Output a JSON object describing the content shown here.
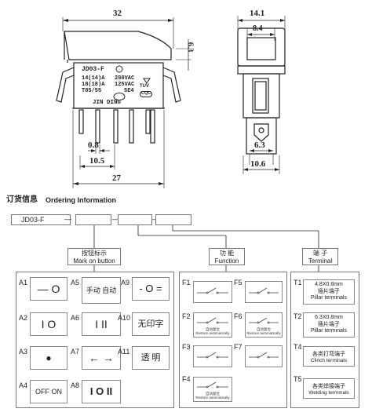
{
  "drawing": {
    "dims": {
      "width_32": "32",
      "height_6_3": "6.3",
      "pin_0_8": "0.8",
      "pitch_10_5": "10.5",
      "depth_27": "27",
      "side_14_1": "14.1",
      "side_8_4": "8.4",
      "side_6_3": "6.3",
      "side_10_6": "10.6"
    },
    "marking": {
      "model": "JD03-F",
      "rating_1a": "14(14)A",
      "rating_1b": "250VAC",
      "rating_2a": "18(18)A",
      "rating_2b": "125VAC",
      "rating_3a": "T85/55",
      "rating_3b": "5E4",
      "brand": "JIN DING",
      "cert_1": "TUV",
      "cert_2": "CQC"
    }
  },
  "ordering": {
    "title_cn": "订货信息",
    "title_en": "Ordering Information",
    "code_prefix": "JD03-F",
    "sep_1": "—",
    "sep_2": "—",
    "sep_3": "—",
    "group_mark": {
      "cn": "按钮标示",
      "en": "Mark on button"
    },
    "group_function": {
      "cn": "功  能",
      "en": "Function"
    },
    "group_terminal": {
      "cn": "端  子",
      "en": "Terminal"
    }
  },
  "marks": [
    {
      "id": "A1",
      "symbol": "— O"
    },
    {
      "id": "A5",
      "symbol": "手动 自动"
    },
    {
      "id": "A9",
      "symbol": "- O ="
    },
    {
      "id": "A2",
      "symbol": "I O"
    },
    {
      "id": "A6",
      "symbol": "I II"
    },
    {
      "id": "A10",
      "symbol": "无印字"
    },
    {
      "id": "A3",
      "symbol": "●"
    },
    {
      "id": "A7",
      "symbol": "← →"
    },
    {
      "id": "A11",
      "symbol": "透 明"
    },
    {
      "id": "A4",
      "symbol": "OFF ON"
    },
    {
      "id": "A8",
      "symbol": "I O II"
    }
  ],
  "functions": [
    {
      "id": "F1",
      "note": ""
    },
    {
      "id": "F5",
      "note": ""
    },
    {
      "id": "F2",
      "note_cn": "自动复位",
      "note_en": "Restore automatically"
    },
    {
      "id": "F6",
      "note_cn": "自动复位",
      "note_en": "Restore automatically"
    },
    {
      "id": "F3",
      "note": ""
    },
    {
      "id": "F7",
      "note": ""
    },
    {
      "id": "F4",
      "note_cn": "自动复位",
      "note_en": "Restore automatically"
    }
  ],
  "terminals": [
    {
      "id": "T1",
      "line1": "4.8X0.8mm",
      "line2": "插片端子",
      "line3": "Pillar terminals"
    },
    {
      "id": "T2",
      "line1": "6.3X0.8mm",
      "line2": "插片端子",
      "line3": "Pillar terminals"
    },
    {
      "id": "T4",
      "line1": "各类打弯端子",
      "line2": "Clinch terminals"
    },
    {
      "id": "T5",
      "line1": "各类焊接端子",
      "line2": "Welding terminals"
    }
  ]
}
